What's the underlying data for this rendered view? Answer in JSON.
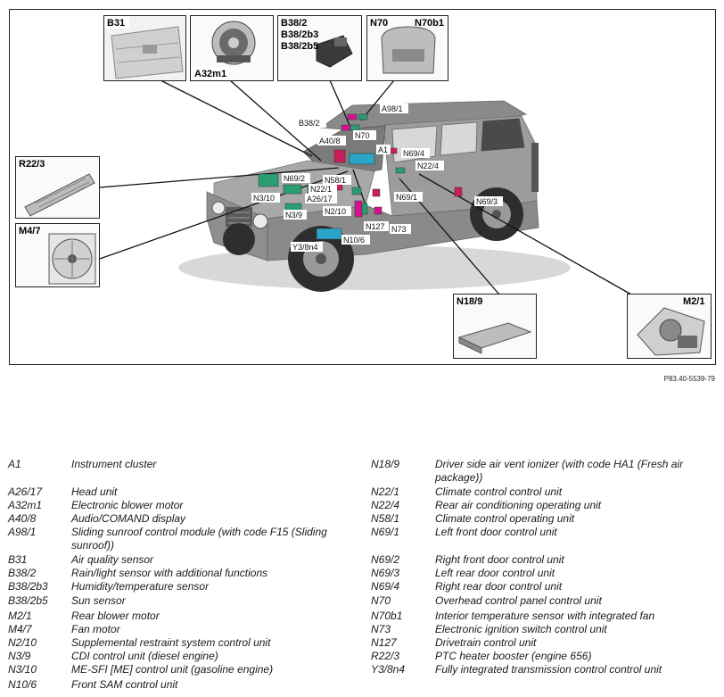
{
  "figure": {
    "reference": "P83.40-5539-79",
    "inset_labels": {
      "b31": "B31",
      "a32m1": "A32m1",
      "b38_2": "B38/2",
      "b38_2b3": "B38/2b3",
      "b38_2b5": "B38/2b5",
      "n70": "N70",
      "n70b1": "N70b1",
      "r22_3": "R22/3",
      "m4_7": "M4/7",
      "n18_9": "N18/9",
      "m2_1": "M2/1"
    },
    "callouts": {
      "a98_1": "A98/1",
      "b38_2": "B38/2",
      "n70": "N70",
      "a40_8": "A40/8",
      "a1": "A1",
      "n69_4": "N69/4",
      "n22_4": "N22/4",
      "n69_2": "N69/2",
      "n58_1": "N58/1",
      "n22_1": "N22/1",
      "n3_10": "N3/10",
      "a26_17": "A26/17",
      "n69_1": "N69/1",
      "n69_3": "N69/3",
      "n3_9": "N3/9",
      "n2_10": "N2/10",
      "n127": "N127",
      "n73": "N73",
      "y3_8n4": "Y3/8n4",
      "n10_6": "N10/6"
    }
  },
  "legend_left": [
    {
      "code": "A1",
      "desc": "Instrument cluster"
    },
    {
      "code": "A26/17",
      "desc": "Head unit"
    },
    {
      "code": "A32m1",
      "desc": "Electronic blower motor"
    },
    {
      "code": "A40/8",
      "desc": "Audio/COMAND display"
    },
    {
      "code": "A98/1",
      "desc": "Sliding sunroof control module (with code F15 (Sliding sunroof))"
    },
    {
      "code": "B31",
      "desc": "Air quality sensor"
    },
    {
      "code": "B38/2",
      "desc": "Rain/light sensor with additional functions"
    },
    {
      "code": "B38/2b3",
      "desc": "Humidity/temperature sensor"
    },
    {
      "code": "B38/2b5",
      "desc": "Sun sensor"
    },
    {
      "code": "M2/1",
      "desc": "Rear blower motor"
    },
    {
      "code": "M4/7",
      "desc": "Fan motor"
    },
    {
      "code": "N2/10",
      "desc": "Supplemental restraint system control unit"
    },
    {
      "code": "N3/9",
      "desc": "CDI control unit (diesel engine)"
    },
    {
      "code": "N3/10",
      "desc": "ME-SFI [ME] control unit (gasoline engine)"
    },
    {
      "code": "N10/6",
      "desc": "Front SAM control unit"
    }
  ],
  "legend_right": [
    {
      "code": "N18/9",
      "desc": "Driver side air vent ionizer (with code HA1 (Fresh air package))"
    },
    {
      "code": "N22/1",
      "desc": "Climate control control unit"
    },
    {
      "code": "N22/4",
      "desc": "Rear air conditioning operating unit"
    },
    {
      "code": "N58/1",
      "desc": "Climate control operating unit"
    },
    {
      "code": "N69/1",
      "desc": "Left front door control unit"
    },
    {
      "code": "N69/2",
      "desc": "Right front door control unit"
    },
    {
      "code": "N69/3",
      "desc": "Left rear door control unit"
    },
    {
      "code": "N69/4",
      "desc": "Right rear door control unit"
    },
    {
      "code": "N70",
      "desc": "Overhead control panel control unit"
    },
    {
      "code": "N70b1",
      "desc": "Interior temperature sensor with integrated fan"
    },
    {
      "code": "N73",
      "desc": "Electronic ignition switch control unit"
    },
    {
      "code": "N127",
      "desc": "Drivetrain control unit"
    },
    {
      "code": "R22/3",
      "desc": "PTC heater booster (engine 656)"
    },
    {
      "code": "Y3/8n4",
      "desc": "Fully integrated transmission control control unit"
    }
  ]
}
